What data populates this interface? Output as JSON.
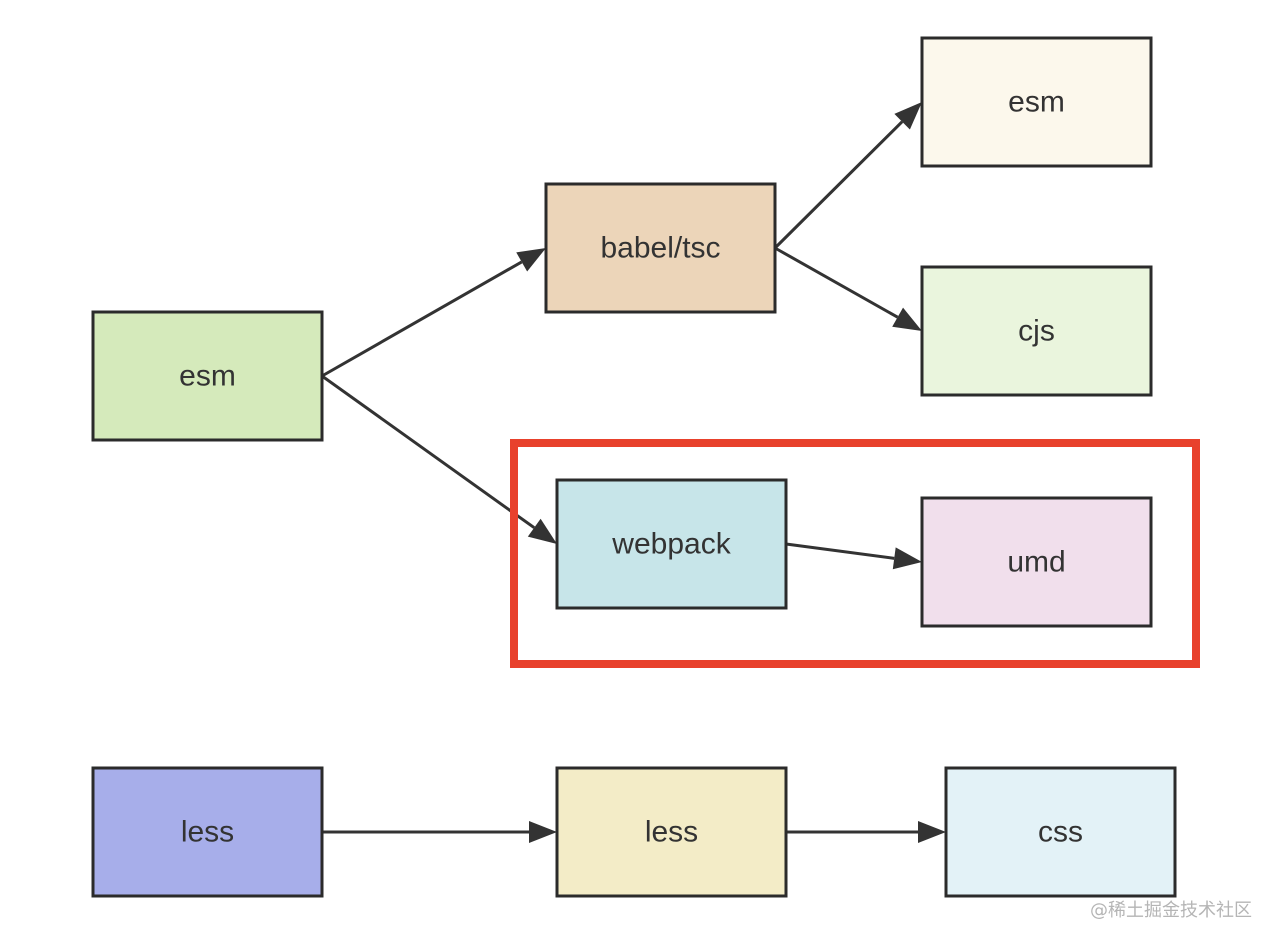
{
  "nodes": {
    "esm_source": {
      "label": "esm",
      "fill": "#d5eabb"
    },
    "babel_tsc": {
      "label": "babel/tsc",
      "fill": "#ecd5b9"
    },
    "esm_out": {
      "label": "esm",
      "fill": "#fcf8ec"
    },
    "cjs_out": {
      "label": "cjs",
      "fill": "#eaf5dd"
    },
    "webpack": {
      "label": "webpack",
      "fill": "#c7e5e9"
    },
    "umd_out": {
      "label": "umd",
      "fill": "#f1dfec"
    },
    "less_source": {
      "label": "less",
      "fill": "#a7aeea"
    },
    "less_mid": {
      "label": "less",
      "fill": "#f3ecc7"
    },
    "css_out": {
      "label": "css",
      "fill": "#e3f2f7"
    }
  },
  "edges": [
    {
      "from": "esm_source",
      "to": "babel_tsc"
    },
    {
      "from": "esm_source",
      "to": "webpack"
    },
    {
      "from": "babel_tsc",
      "to": "esm_out"
    },
    {
      "from": "babel_tsc",
      "to": "cjs_out"
    },
    {
      "from": "webpack",
      "to": "umd_out"
    },
    {
      "from": "less_source",
      "to": "less_mid"
    },
    {
      "from": "less_mid",
      "to": "css_out"
    }
  ],
  "highlight": {
    "color": "#e8412c",
    "contains": [
      "webpack",
      "umd_out"
    ]
  },
  "watermark": "@稀土掘金技术社区"
}
